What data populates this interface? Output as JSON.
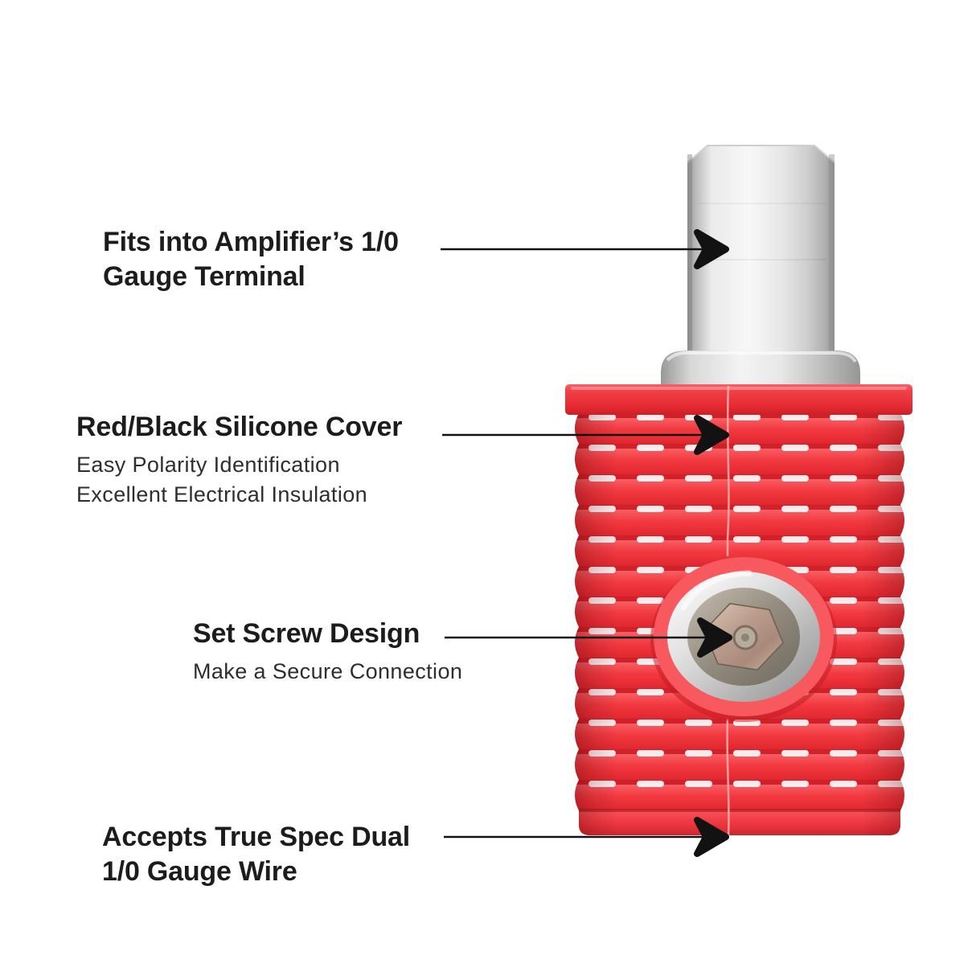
{
  "page": {
    "title": "Amplifier terminal adapter feature infographic"
  },
  "colors": {
    "background": "#ffffff",
    "text_heading": "#1c1c1c",
    "text_sub": "#2e2e2e",
    "leader_line": "#121212",
    "red_base": "#f1383f",
    "red_light": "#f7595f",
    "red_dark": "#c9242b",
    "metal_light": "#f2f2f2",
    "metal_mid": "#cfcfcf",
    "metal_dark": "#9c9c9c"
  },
  "callouts": [
    {
      "id": "amp-terminal",
      "heading_lines": [
        "Fits into Amplifier’s 1/0",
        "Gauge Terminal"
      ],
      "sub_lines": []
    },
    {
      "id": "silicone-cover",
      "heading_lines": [
        "Red/Black Silicone Cover"
      ],
      "sub_lines": [
        "Easy Polarity Identification",
        "Excellent Electrical Insulation"
      ]
    },
    {
      "id": "set-screw",
      "heading_lines": [
        "Set Screw Design"
      ],
      "sub_lines": [
        "Make a Secure Connection"
      ]
    },
    {
      "id": "gauge-wire",
      "heading_lines": [
        "Accepts True Spec Dual",
        "1/0 Gauge Wire"
      ],
      "sub_lines": []
    }
  ]
}
